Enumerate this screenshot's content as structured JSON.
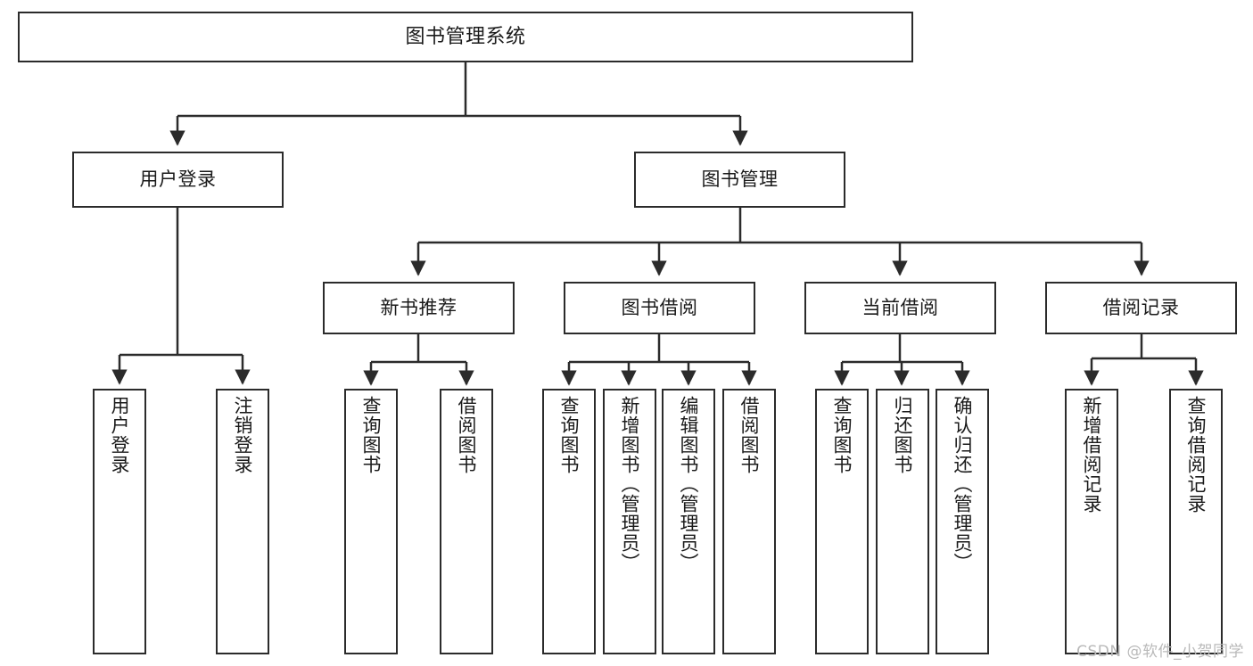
{
  "diagram": {
    "type": "tree",
    "title": "图书管理系统",
    "watermark": "CSDN @软件_小贺同学",
    "colors": {
      "box_border": "#2b2b2b",
      "box_fill": "#ffffff",
      "connector": "#2b2b2b",
      "text": "#1a1a1a",
      "watermark": "#b9b9b9"
    },
    "root": {
      "label": "图书管理系统"
    },
    "level2": [
      {
        "label": "用户登录"
      },
      {
        "label": "图书管理"
      }
    ],
    "level3": [
      {
        "label": "新书推荐"
      },
      {
        "label": "图书借阅"
      },
      {
        "label": "当前借阅"
      },
      {
        "label": "借阅记录"
      }
    ],
    "leaves": {
      "user_login": [
        {
          "label": "用户登录"
        },
        {
          "label": "注销登录"
        }
      ],
      "new_book_recommend": [
        {
          "label": "查询图书"
        },
        {
          "label": "借阅图书"
        }
      ],
      "book_borrow": [
        {
          "label": "查询图书"
        },
        {
          "label": "新增图书（管理员）"
        },
        {
          "label": "编辑图书（管理员）"
        },
        {
          "label": "借阅图书"
        }
      ],
      "current_borrow": [
        {
          "label": "查询图书"
        },
        {
          "label": "归还图书"
        },
        {
          "label": "确认归还（管理员）"
        }
      ],
      "borrow_record": [
        {
          "label": "新增借阅记录"
        },
        {
          "label": "查询借阅记录"
        }
      ]
    }
  }
}
